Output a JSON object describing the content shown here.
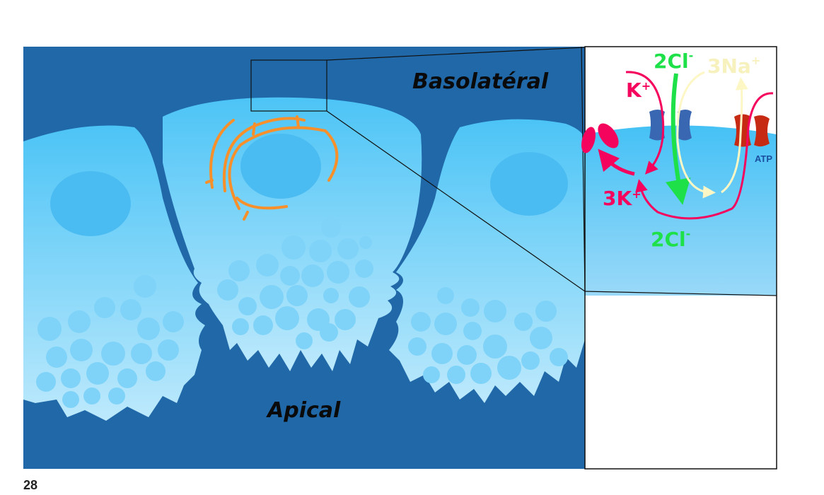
{
  "slide": {
    "page_number": "28",
    "labels": {
      "basolateral": "Basolatéral",
      "apical": "Apical"
    },
    "inset": {
      "cl_top": "2Cl",
      "cl_top_sup": "-",
      "na": "3Na",
      "na_sup": "+",
      "k": "K",
      "k_sup": "+",
      "k3": "3K",
      "k3_sup": "+",
      "cl_bottom": "2Cl",
      "cl_bottom_sup": "-",
      "atp": "ATP"
    },
    "colors": {
      "background": "#2068a8",
      "cell_top": "#4cc4f6",
      "cell_bottom": "#b8e8fc",
      "golgi": "#f7902a",
      "chloride": "#1ee14a",
      "sodium": "#fdf7c6",
      "potassium": "#f5045e"
    }
  }
}
